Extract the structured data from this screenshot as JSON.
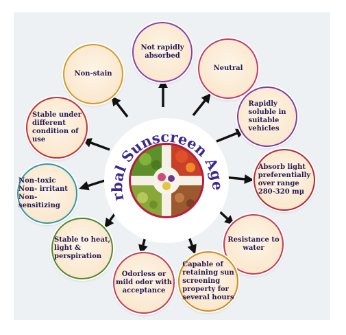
{
  "diagram": {
    "title": "Herbal Sunscreen Agents",
    "properties": [
      {
        "id": "not-rapidly-absorbed",
        "text": "Not rapidly\nabsorbed",
        "border": "#8a3fb0"
      },
      {
        "id": "neutral",
        "text": "Neutral",
        "border": "#c23a6a"
      },
      {
        "id": "rapidly-soluble",
        "text": "Rapidly\nsoluble in\nsuitable\nvehicles",
        "border": "#7b3fa8"
      },
      {
        "id": "absorb-light",
        "text": "Absorb light\npreferentially\nover range\n280-320 mμ",
        "border": "#b02a40"
      },
      {
        "id": "resistance-water",
        "text": "Resistance to\nwater",
        "border": "#c23a5a"
      },
      {
        "id": "capable-retaining",
        "text": "Capable of\nretaining sun\nscreening\nproperty for\nseveral hours",
        "border": "#d08a1a"
      },
      {
        "id": "odorless",
        "text": "Odorless or\nmild odor with\nacceptance",
        "border": "#c04060"
      },
      {
        "id": "stable-heat",
        "text": "Stable to heat,\nlight &\nperspiration",
        "border": "#4e8a2a"
      },
      {
        "id": "non-toxic",
        "text": "Non-toxic\nNon- irritant\nNon- sensitizing",
        "border": "#2a9aa8"
      },
      {
        "id": "stable-under",
        "text": "Stable under\ndifferent\ncondition of\nuse",
        "border": "#c0303a"
      },
      {
        "id": "non-stain",
        "text": "Non-stain",
        "border": "#d09a2a"
      }
    ]
  },
  "colors": {
    "title_text": "#3a2a8f",
    "bubble_text": "#241a55",
    "arrow": "#111111"
  }
}
